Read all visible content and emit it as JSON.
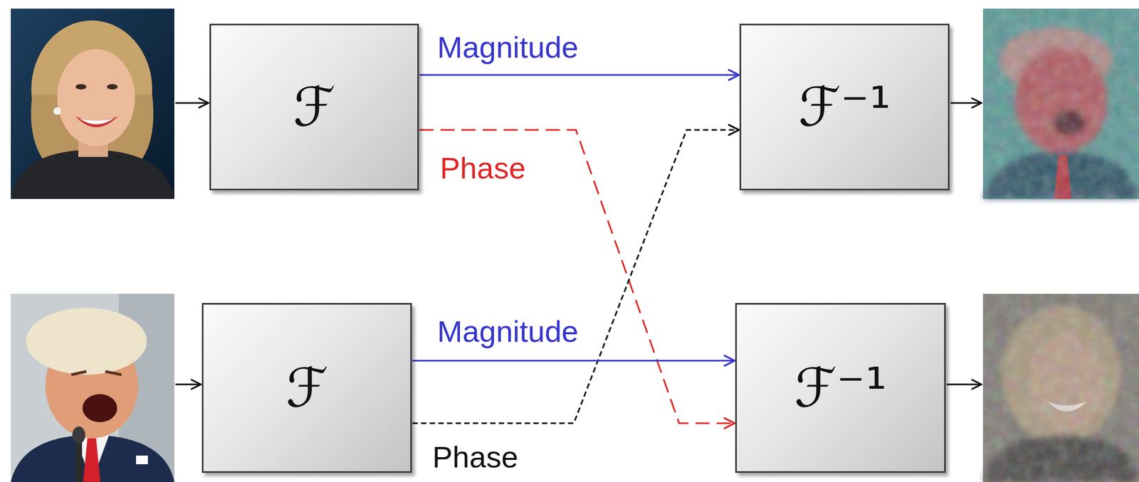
{
  "diagram": {
    "nodes": [
      {
        "text": [
          "ℱ"
        ]
      },
      {
        "text": [
          "ℱ⁻¹"
        ]
      },
      {
        "text": [
          "ℱ"
        ]
      },
      {
        "text": [
          "ℱ⁻¹"
        ]
      }
    ],
    "edges": [
      {
        "from": 0,
        "to": 1,
        "arrow": "to",
        "label": "Magnitude"
      },
      {
        "from": 0,
        "to": 3,
        "arrow": "to",
        "label": "Phase"
      },
      {
        "from": 2,
        "to": 1,
        "arrow": "to",
        "label": "Phase"
      },
      {
        "from": 2,
        "to": 3,
        "arrow": "to",
        "label": "Magnitude"
      }
    ]
  }
}
